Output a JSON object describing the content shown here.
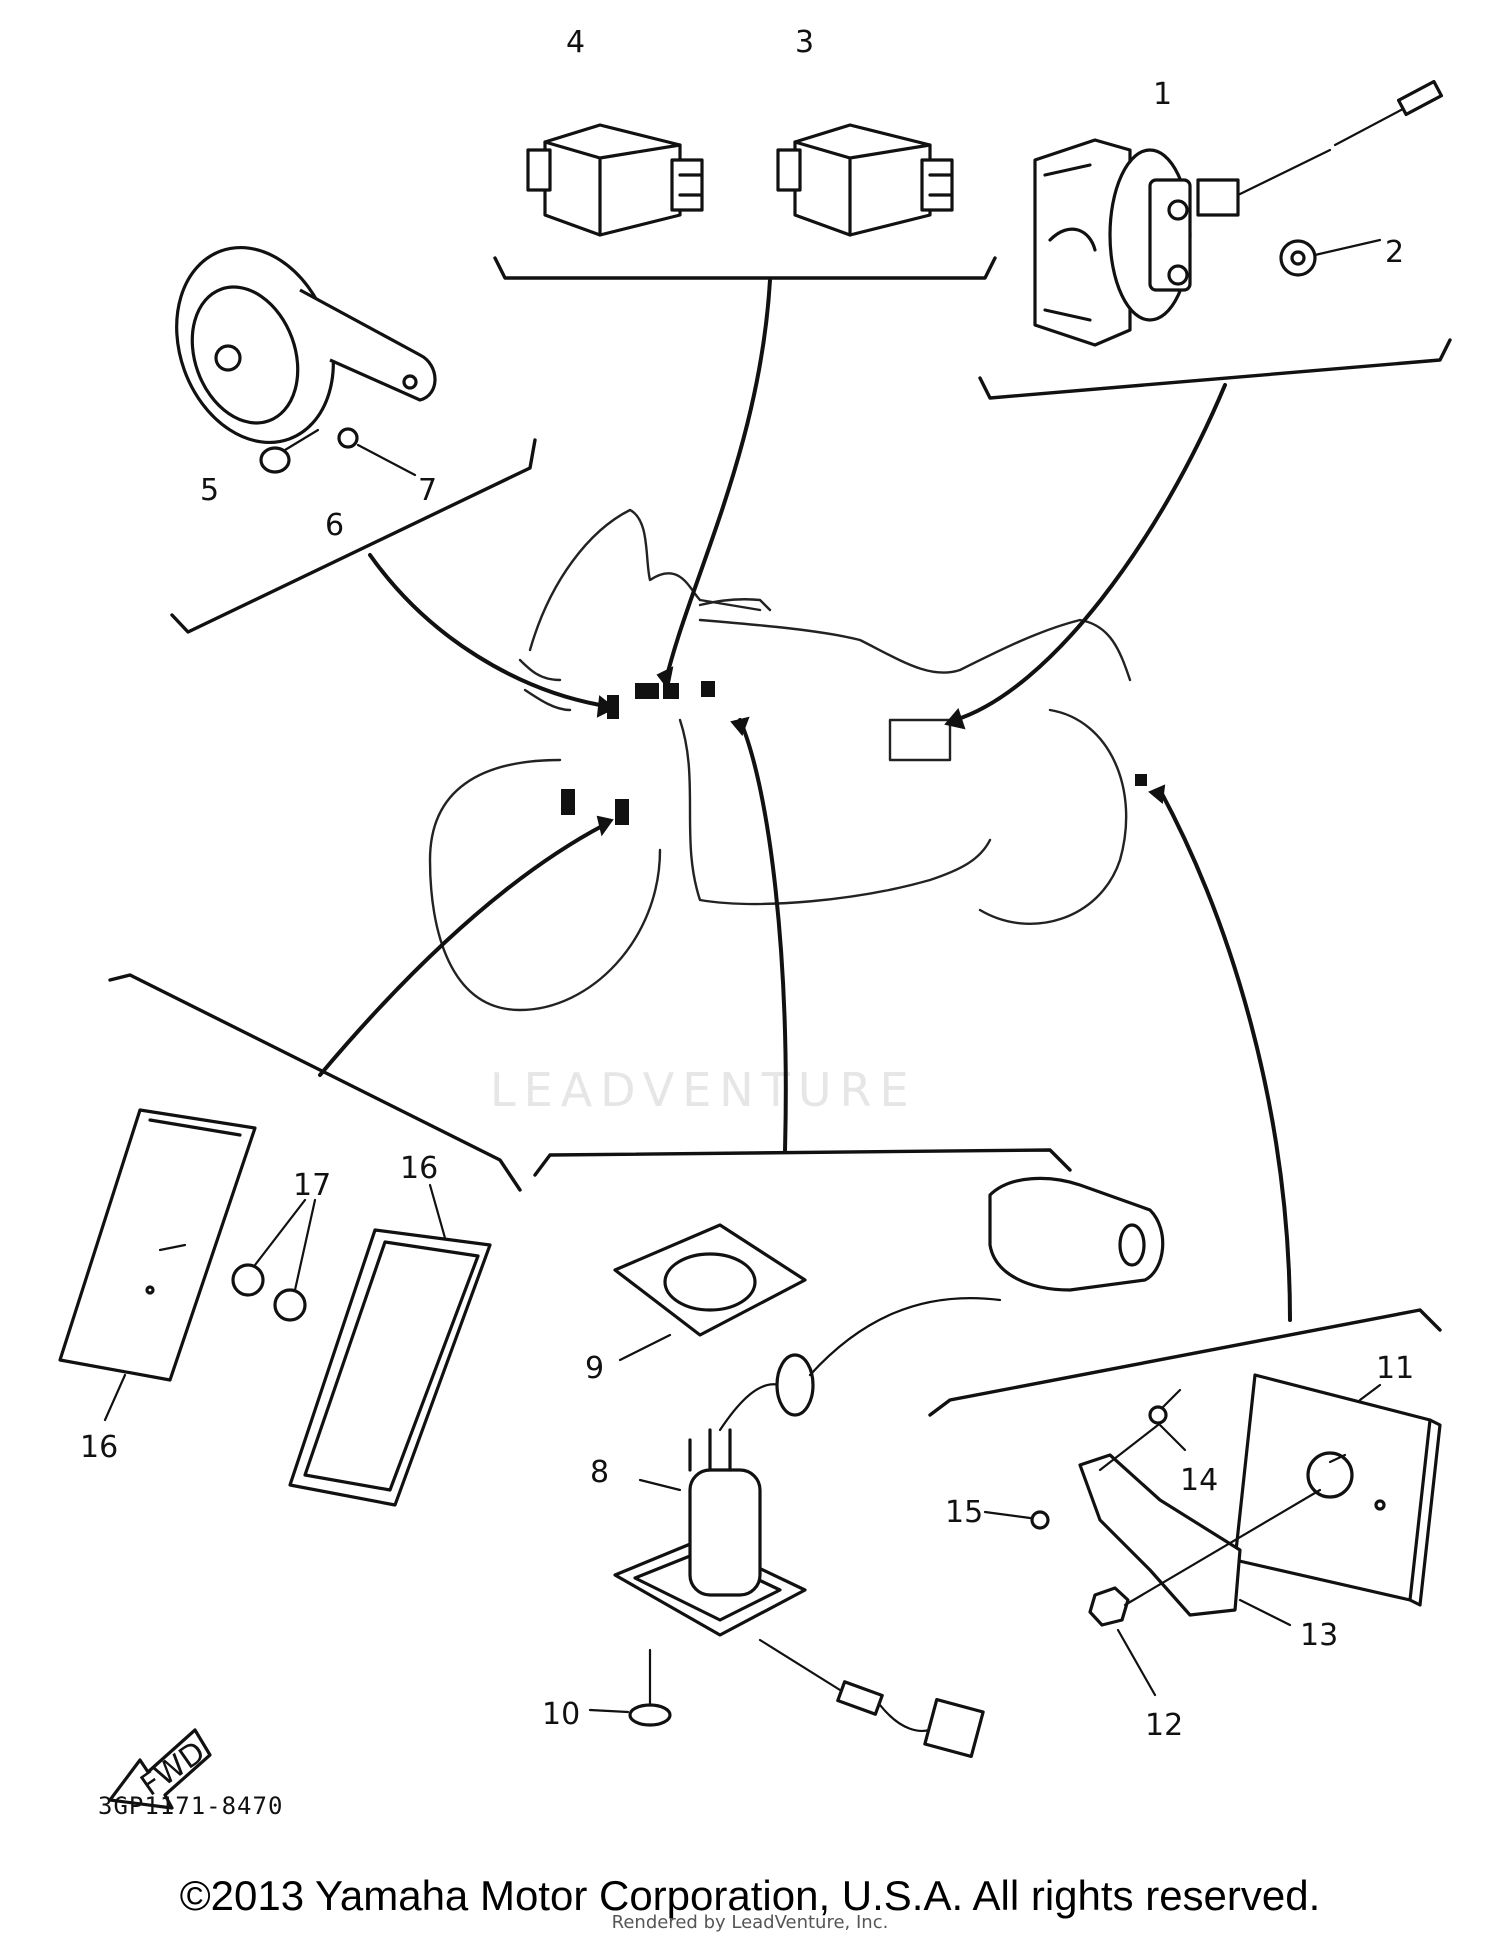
{
  "diagram": {
    "callouts": [
      "1",
      "2",
      "3",
      "4",
      "5",
      "6",
      "7",
      "8",
      "9",
      "10",
      "11",
      "12",
      "13",
      "14",
      "15",
      "16",
      "16",
      "17"
    ],
    "diagram_code": "3GP1171-8470",
    "fwd_label": "FWD",
    "watermark_text": "LEADVENTURE",
    "copyright": "©2013 Yamaha Motor Corporation, U.S.A. All rights reserved.",
    "rendered_by": "Rendered by LeadVenture, Inc."
  }
}
